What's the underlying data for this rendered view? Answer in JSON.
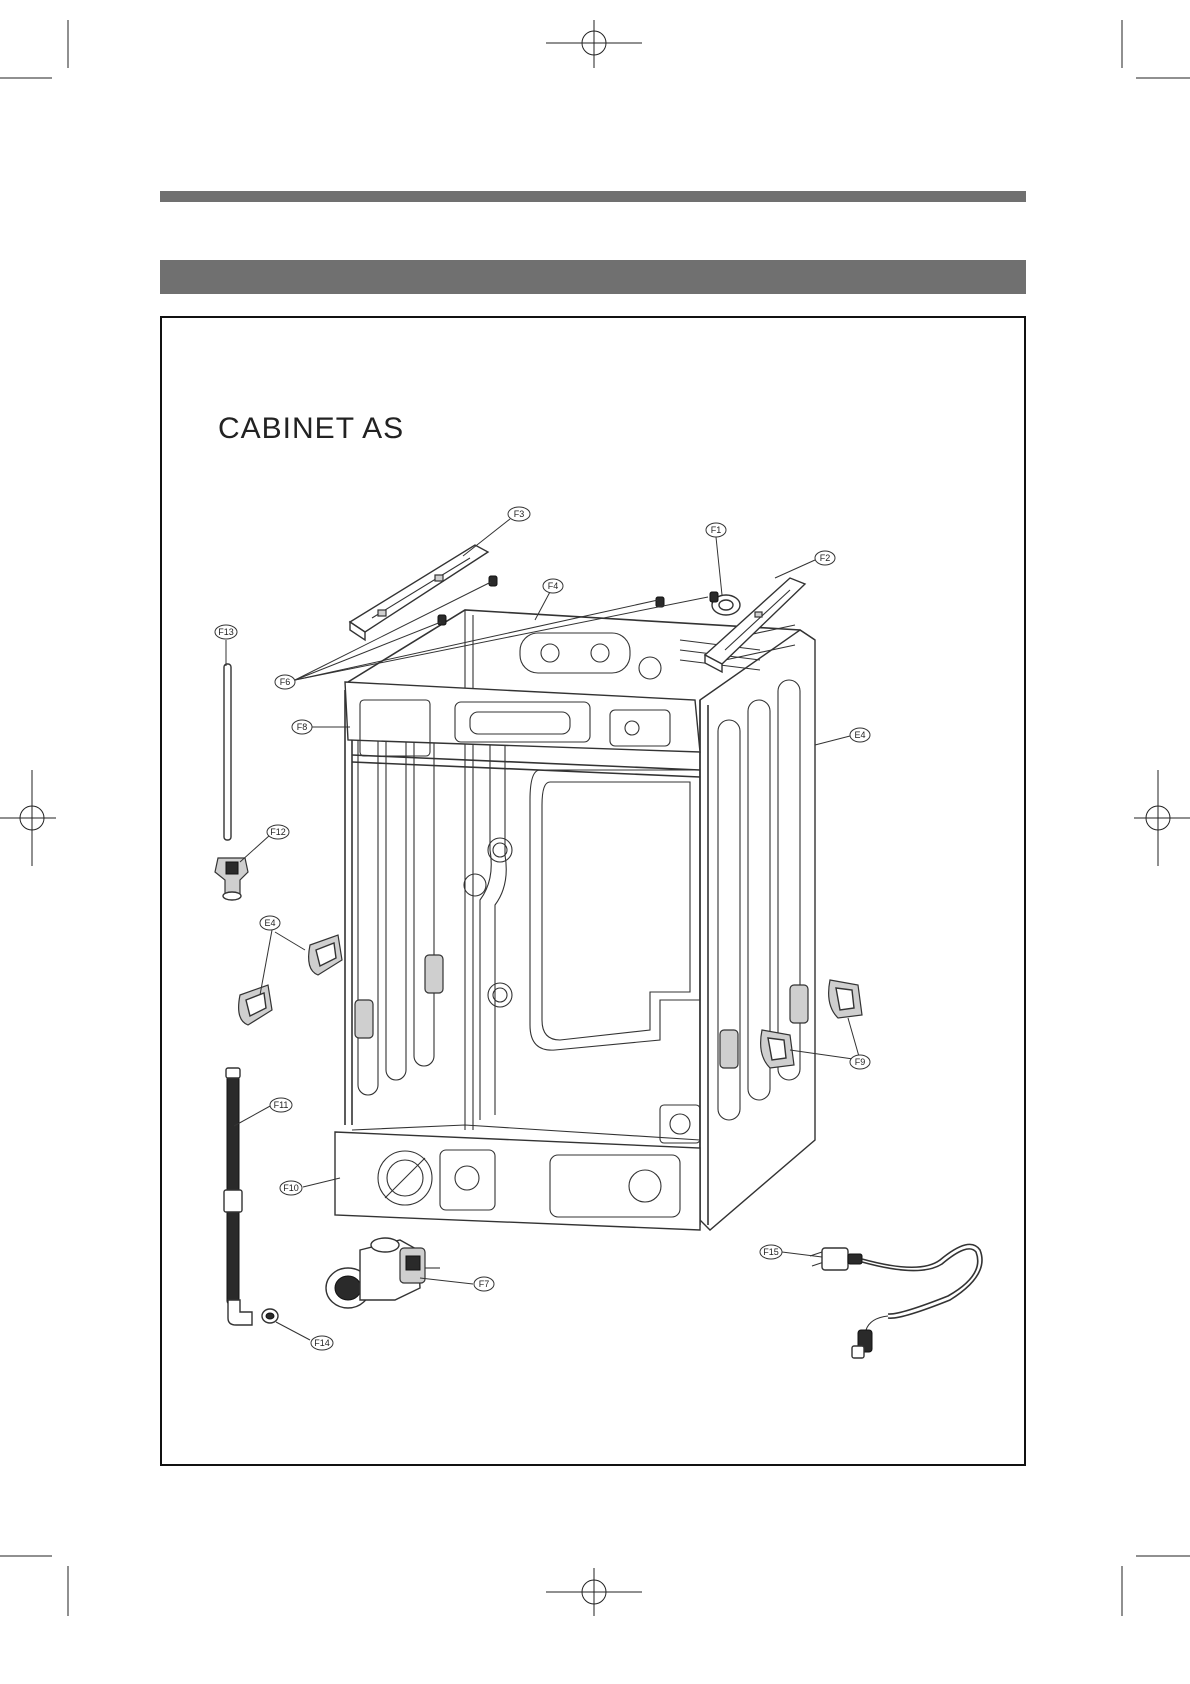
{
  "section_title": "CABINET AS",
  "callouts": [
    {
      "id": "f3",
      "label": "F3"
    },
    {
      "id": "f1",
      "label": "F1"
    },
    {
      "id": "f2",
      "label": "F2"
    },
    {
      "id": "f4-top",
      "label": "F4"
    },
    {
      "id": "f13",
      "label": "F13"
    },
    {
      "id": "f6",
      "label": "F6"
    },
    {
      "id": "f8",
      "label": "F8"
    },
    {
      "id": "e4-right",
      "label": "E4"
    },
    {
      "id": "f12",
      "label": "F12"
    },
    {
      "id": "e4-left",
      "label": "E4"
    },
    {
      "id": "f9",
      "label": "F9"
    },
    {
      "id": "f11",
      "label": "F11"
    },
    {
      "id": "f10",
      "label": "F10"
    },
    {
      "id": "f15",
      "label": "F15"
    },
    {
      "id": "f7",
      "label": "F7"
    },
    {
      "id": "f14",
      "label": "F14"
    }
  ]
}
